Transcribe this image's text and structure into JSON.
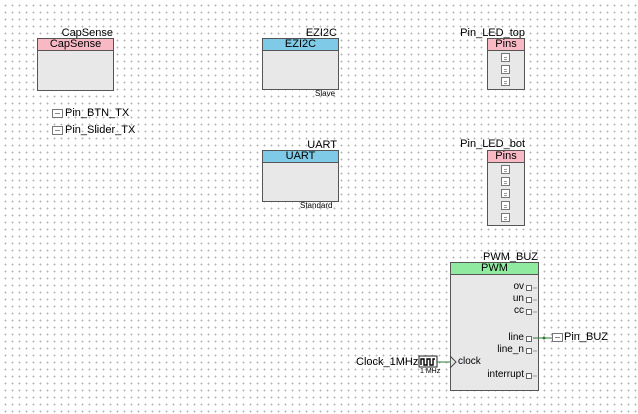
{
  "components": {
    "capsense": {
      "instance_name": "CapSense",
      "header": "CapSense"
    },
    "ezi2c": {
      "instance_name": "EZI2C",
      "header": "EZI2C",
      "mode": "Slave"
    },
    "uart": {
      "instance_name": "UART",
      "header": "UART",
      "mode": "Standard"
    },
    "pin_led_top": {
      "instance_name": "Pin_LED_top",
      "header": "Pins"
    },
    "pin_led_bot": {
      "instance_name": "Pin_LED_bot",
      "header": "Pins"
    },
    "pwm_buz": {
      "instance_name": "PWM_BUZ",
      "header": "PWM",
      "ports": {
        "ov": "ov",
        "un": "un",
        "cc": "cc",
        "line": "line",
        "line_n": "line_n",
        "clock": "clock",
        "interrupt": "interrupt"
      }
    }
  },
  "pins": {
    "btn_tx": "Pin_BTN_TX",
    "slider_tx": "Pin_Slider_TX",
    "buz": "Pin_BUZ"
  },
  "clock": {
    "name": "Clock_1MHz",
    "freq": "1 MHz"
  },
  "colors": {
    "capsense_header": "#f8b9c4",
    "ezi2c_header": "#7fcbe7",
    "uart_header": "#7fcbe7",
    "pins_header": "#f8b9c4",
    "pwm_header": "#90eba0",
    "wire": "#2e7d32",
    "canvas_dot": "#b4b4b4"
  }
}
